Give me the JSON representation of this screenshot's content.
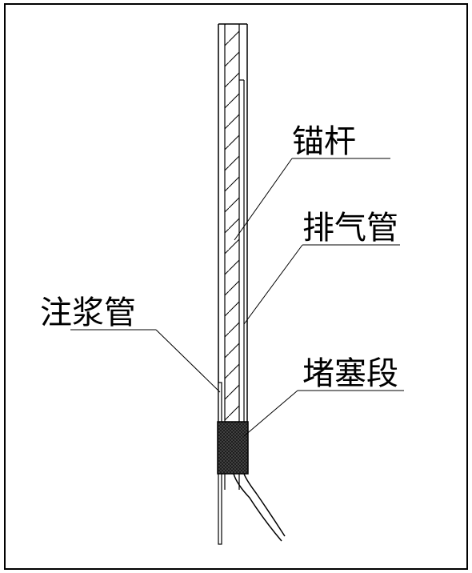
{
  "labels": {
    "anchor_rod": "锚杆",
    "exhaust_pipe": "排气管",
    "grouting_pipe": "注浆管",
    "plug_section": "堵塞段"
  },
  "colors": {
    "stroke": "#000000",
    "background": "#ffffff",
    "plug_fill": "#1a1a1a"
  }
}
